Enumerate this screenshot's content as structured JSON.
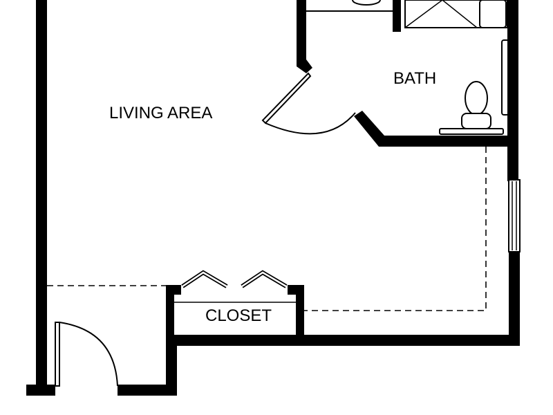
{
  "rooms": {
    "living_area": "LIVING AREA",
    "bath": "BATH",
    "closet": "CLOSET"
  },
  "colors": {
    "wall": "#000000",
    "background": "#ffffff"
  }
}
